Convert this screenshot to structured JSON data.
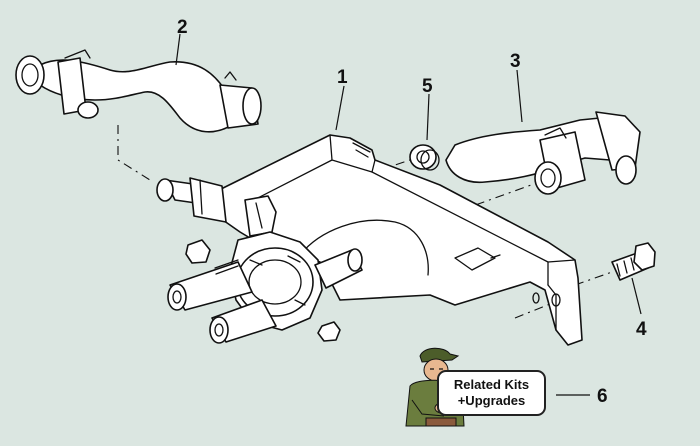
{
  "callouts": {
    "1": "1",
    "2": "2",
    "3": "3",
    "4": "4",
    "5": "5",
    "6": "6"
  },
  "kit_button": {
    "line1": "Related Kits",
    "line2": "+Upgrades"
  },
  "colors": {
    "background": "#dbe6e1",
    "line": "#111111",
    "part_fill": "#ffffff",
    "mechanic_shirt": "#6b7d3e"
  }
}
